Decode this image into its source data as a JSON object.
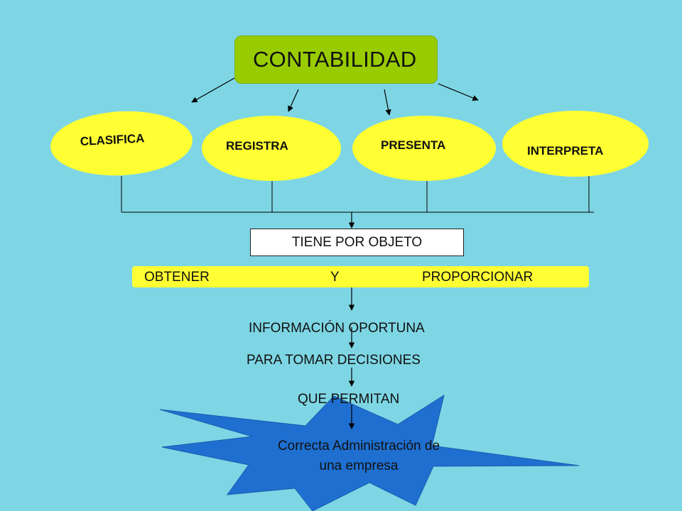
{
  "title": "CONTABILIDAD",
  "functions": [
    "CLASIFICA",
    "REGISTRA",
    "PRESENTA",
    "INTERPRETA"
  ],
  "objective_label": "TIENE POR OBJETO",
  "bar": {
    "left": "OBTENER",
    "middle": "Y",
    "right": "PROPORCIONAR"
  },
  "information": "INFORMACIÓN OPORTUNA",
  "decisions": "PARA TOMAR DECISIONES",
  "permit": "QUE PERMITAN",
  "result": {
    "line1": "Correcta Administración de",
    "line2": "una empresa"
  },
  "colors": {
    "background": "#7ed6e4",
    "title_box": "#99cc00",
    "ellipse": "#ffff33",
    "burst": "#1f6fd0"
  }
}
